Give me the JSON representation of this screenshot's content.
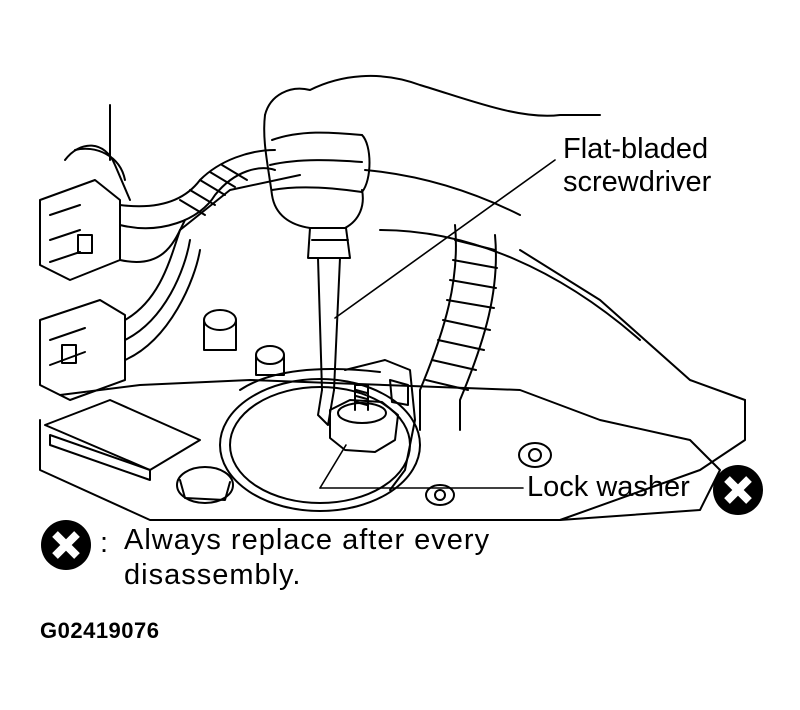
{
  "labels": {
    "screwdriver_line1": "Flat-bladed",
    "screwdriver_line2": "screwdriver",
    "lock_washer": "Lock washer"
  },
  "note": {
    "colon": ":",
    "line1": "Always replace after every",
    "line2": "disassembly."
  },
  "figure_id": "G02419076",
  "icons": {
    "replace_symbol": "x-in-circle-icon"
  },
  "colors": {
    "ink": "#000000",
    "paper": "#ffffff"
  }
}
